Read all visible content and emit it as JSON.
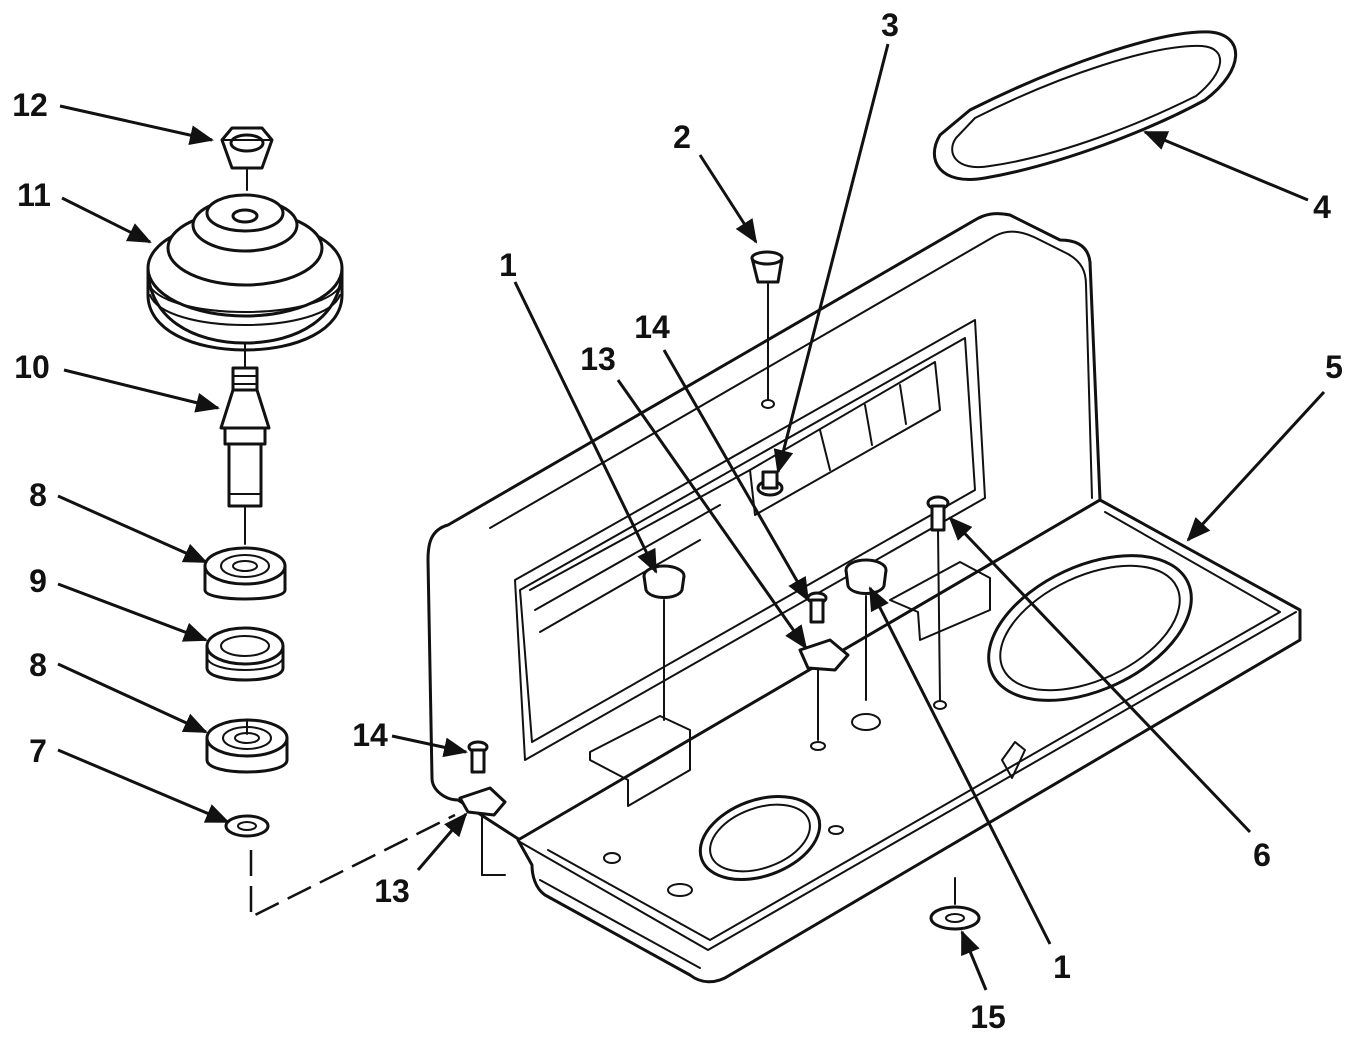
{
  "callouts": {
    "c1a": "1",
    "c1b": "1",
    "c2": "2",
    "c3": "3",
    "c4": "4",
    "c5": "5",
    "c6": "6",
    "c7": "7",
    "c8a": "8",
    "c8b": "8",
    "c9": "9",
    "c10": "10",
    "c11": "11",
    "c12": "12",
    "c13a": "13",
    "c13b": "13",
    "c14a": "14",
    "c14b": "14",
    "c15": "15"
  }
}
